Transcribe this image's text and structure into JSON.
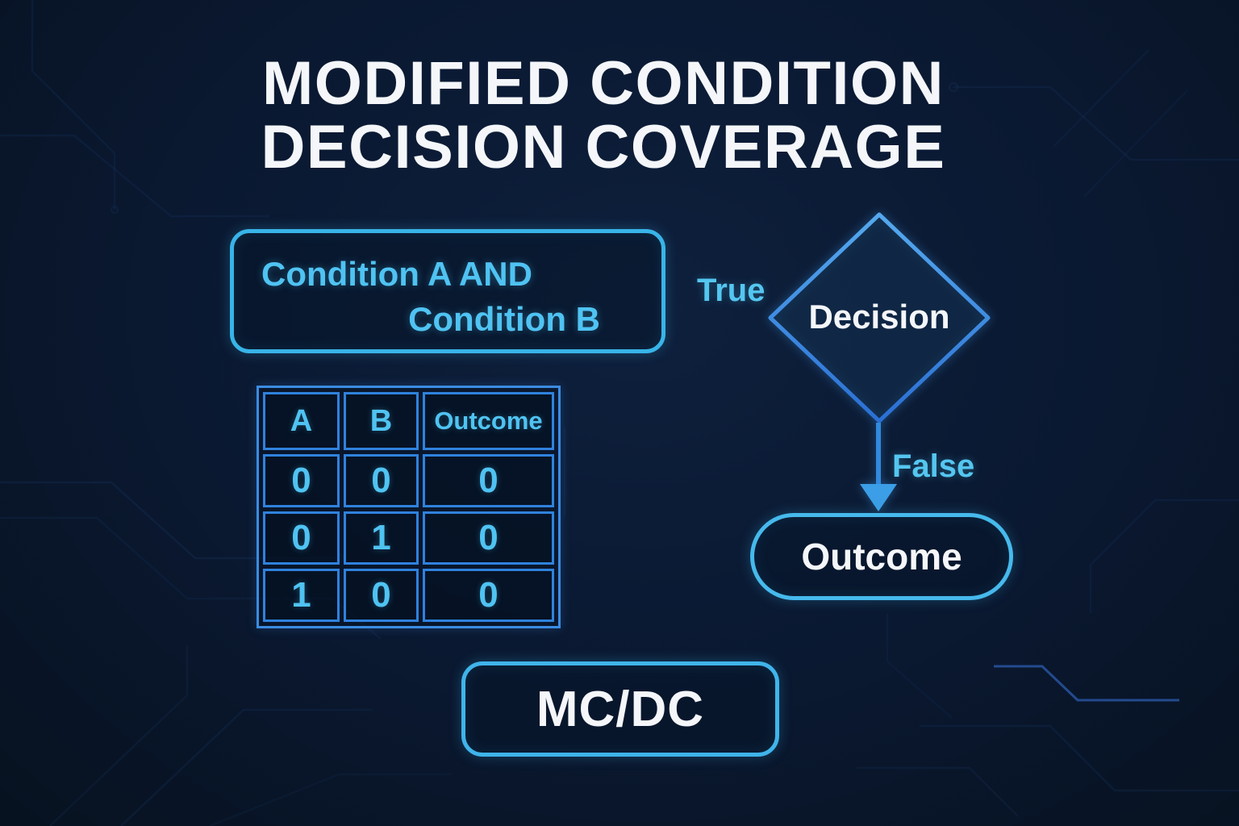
{
  "title": {
    "line1": "MODIFIED CONDITION",
    "line2": "DECISION COVERAGE"
  },
  "flowchart": {
    "condition_box": {
      "line1": "Condition A AND",
      "line2": "Condition B"
    },
    "true_label": "True",
    "decision_label": "Decision",
    "false_label": "False",
    "outcome_label": "Outcome"
  },
  "truth_table": {
    "headers": [
      "A",
      "B",
      "Outcome"
    ],
    "rows": [
      [
        "0",
        "0",
        "0"
      ],
      [
        "0",
        "1",
        "0"
      ],
      [
        "1",
        "0",
        "0"
      ]
    ]
  },
  "badge": {
    "label": "MC/DC"
  },
  "colors": {
    "background": "#0a1830",
    "cyan_accent": "#3cb6ea",
    "cyan_text": "#4fc3f2",
    "blue_border": "#2f7fd9",
    "table_border": "#3a8ce2",
    "white_text": "#f4f6f9",
    "circuit_trace": "#1d3e6e"
  }
}
